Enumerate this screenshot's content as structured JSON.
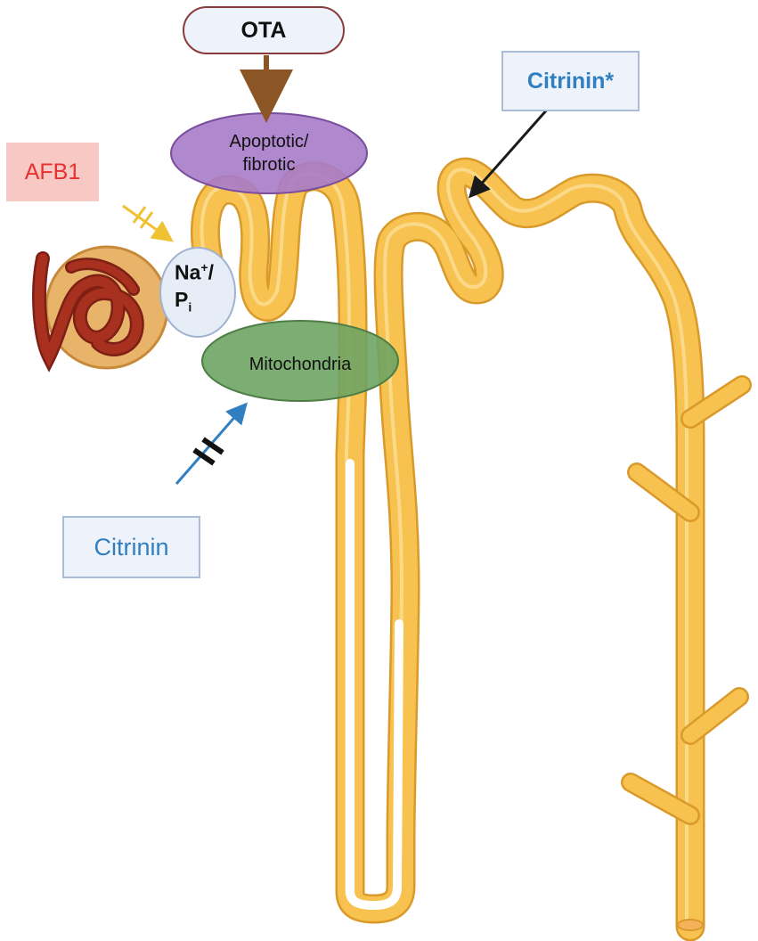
{
  "labels": {
    "ota": "OTA",
    "afb1": "AFB1",
    "citrinin_star": "Citrinin*",
    "citrinin": "Citrinin",
    "apoptotic_line1": "Apoptotic/",
    "apoptotic_line2": "fibrotic",
    "mitochondria": "Mitochondria",
    "na_main": "Na",
    "na_sup": "+",
    "na_slash": "/",
    "p_main": "P",
    "p_sub": "i"
  },
  "colors": {
    "tubule_fill": "#f7c24f",
    "tubule_stroke": "#d99a2b",
    "tubule_highlight": "#fbe3a2",
    "glomerulus_fill": "#e7b46a",
    "glomerulus_vessel": "#a8301f",
    "ota_arrow": "#8c5526",
    "afb1_arrow": "#f0c233",
    "citrinin_arrow": "#2f7fc1",
    "apoptotic_fill": "#a77bc9",
    "mitochondria_fill": "#6ea463",
    "transporter_fill": "#e6edf7"
  }
}
